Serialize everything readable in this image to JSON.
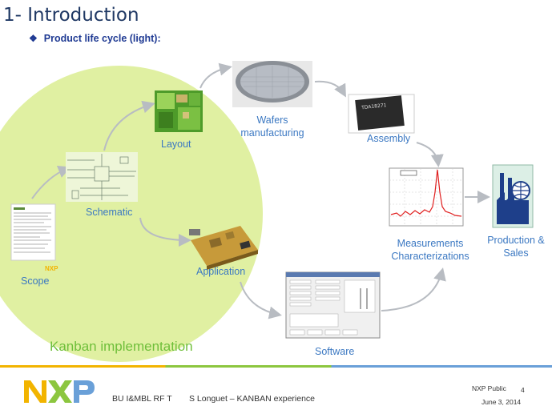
{
  "slide": {
    "title": "1- Introduction",
    "subtitle": "Product life cycle (light):",
    "kanban_label": "Kanban implementation"
  },
  "stages": {
    "scope": "Scope",
    "schematic": "Schematic",
    "layout": "Layout",
    "wafers_line1": "Wafers",
    "wafers_line2": "manufacturing",
    "assembly": "Assembly",
    "measure_line1": "Measurements",
    "measure_line2": "Characterizations",
    "production_line1": "Production &",
    "production_line2": "Sales",
    "application": "Application",
    "software": "Software"
  },
  "chip_label": "TDA18271",
  "footer": {
    "department": "BU I&MBL RF T",
    "author_topic": "S Longuet – KANBAN experience",
    "classification": "NXP Public",
    "page_number": "4",
    "date": "June 3, 2014",
    "logo_text": "NXP"
  },
  "colors": {
    "title": "#1f3864",
    "label": "#3b78c2",
    "circle": "#e0f0a2",
    "kanban": "#6fbf3a",
    "nxp_yellow": "#f2b400",
    "nxp_green": "#8cc63f",
    "nxp_blue": "#6aa0d8"
  }
}
